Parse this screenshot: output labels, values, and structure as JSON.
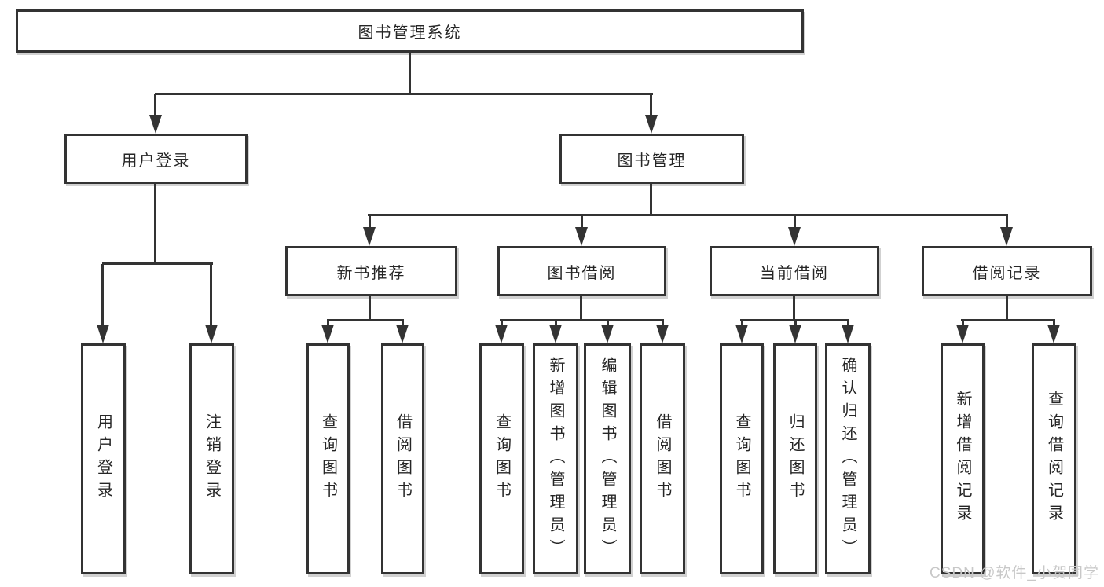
{
  "diagram": {
    "root": {
      "label": "图书管理系统"
    },
    "branches": {
      "user_login": {
        "label": "用户登录"
      },
      "book_mgmt": {
        "label": "图书管理"
      }
    },
    "modules": {
      "new_books": {
        "label": "新书推荐"
      },
      "book_borrow": {
        "label": "图书借阅"
      },
      "current_borrow": {
        "label": "当前借阅"
      },
      "borrow_records": {
        "label": "借阅记录"
      }
    },
    "leaves": {
      "user_login": [
        "用户登录",
        "注销登录"
      ],
      "new_books": [
        "查询图书",
        "借阅图书"
      ],
      "book_borrow": [
        "查询图书",
        "新增图书（管理员）",
        "编辑图书（管理员）",
        "借阅图书"
      ],
      "current_borrow": [
        "查询图书",
        "归还图书",
        "确认归还（管理员）"
      ],
      "borrow_records": [
        "新增借阅记录",
        "查询借阅记录"
      ]
    },
    "watermark": "CSDN @软件_小贺同学",
    "colors": {
      "line": "#333333",
      "text": "#262626",
      "watermark": "#c8c8c8",
      "background": "#ffffff"
    }
  }
}
